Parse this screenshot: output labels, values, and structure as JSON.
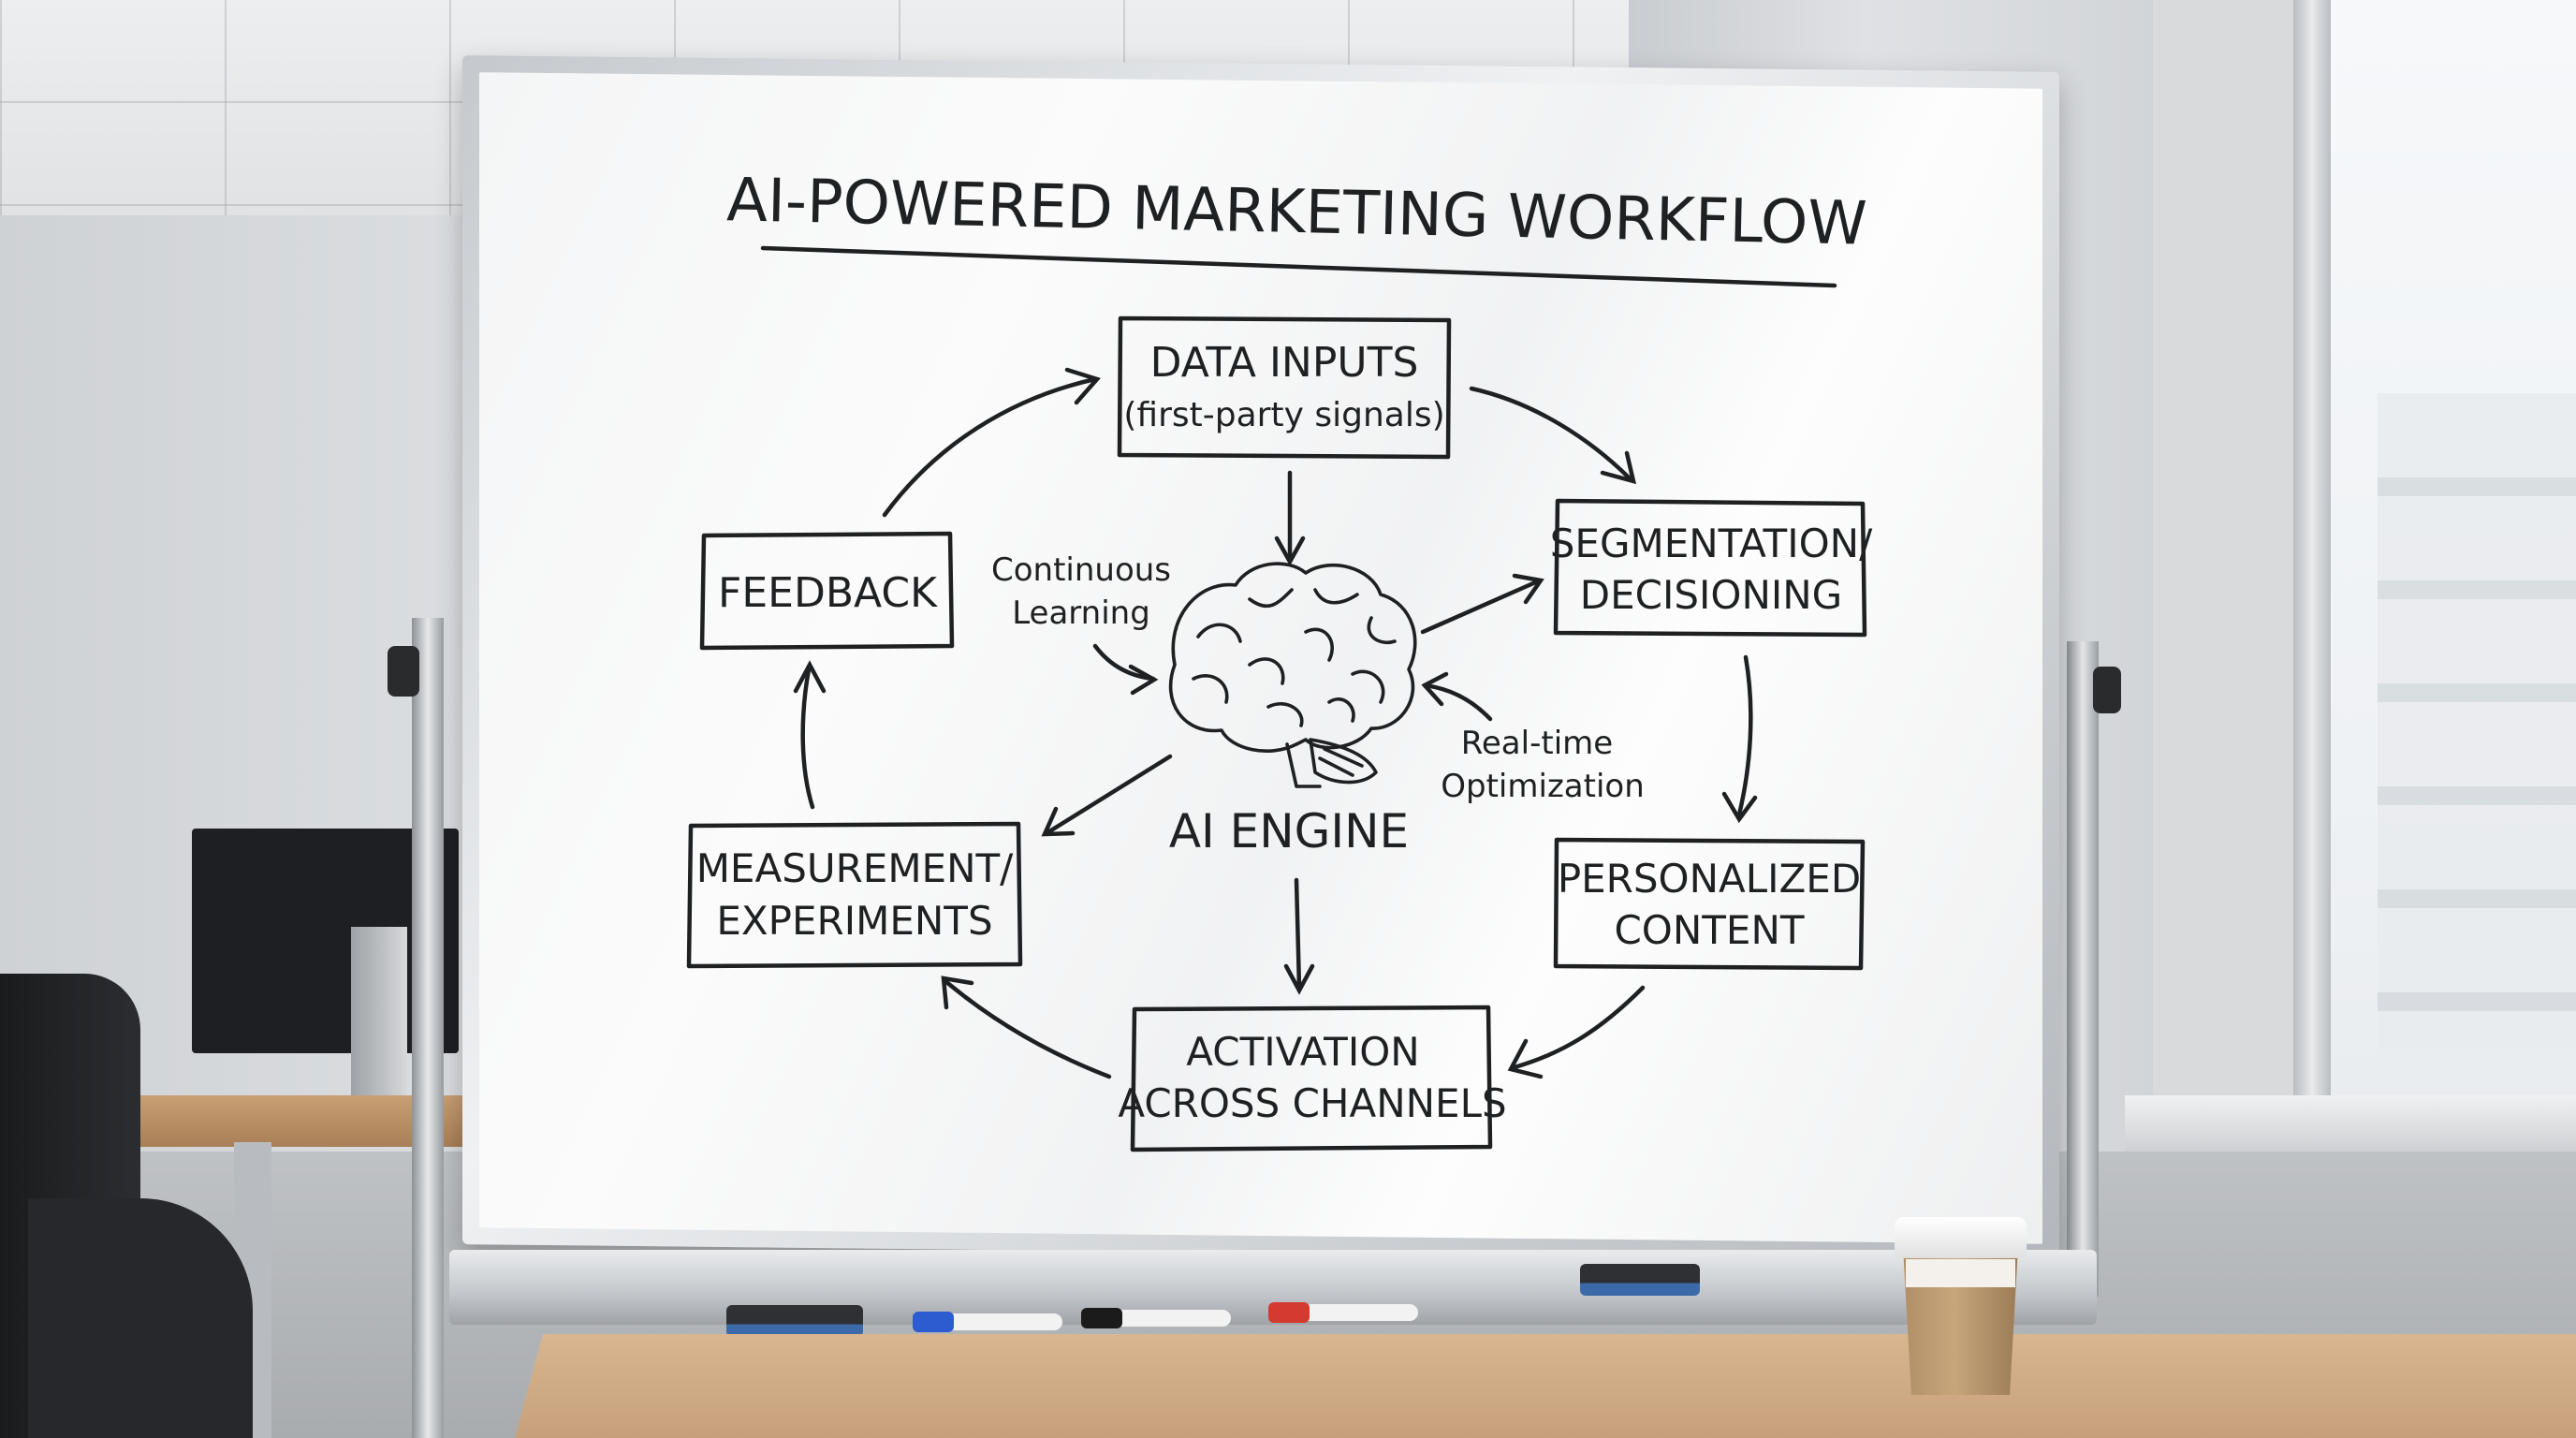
{
  "board": {
    "title": "AI-POWERED MARKETING WORKFLOW",
    "center": {
      "label": "AI ENGINE",
      "icon": "brain-icon"
    },
    "nodes": {
      "data_inputs": {
        "line1": "DATA INPUTS",
        "line2": "(first-party signals)"
      },
      "segmentation": {
        "line1": "SEGMENTATION/",
        "line2": "DECISIONING"
      },
      "personalized": {
        "line1": "PERSONALIZED",
        "line2": "CONTENT"
      },
      "activation": {
        "line1": "ACTIVATION",
        "line2": "ACROSS CHANNELS"
      },
      "measurement": {
        "line1": "MEASUREMENT/",
        "line2": "EXPERIMENTS"
      },
      "feedback": {
        "line1": "FEEDBACK"
      }
    },
    "annotations": {
      "continuous": {
        "line1": "Continuous",
        "line2": "Learning"
      },
      "realtime": {
        "line1": "Real-time",
        "line2": "Optimization"
      }
    },
    "ink_color": "#1f2022"
  },
  "objects": {
    "marker_colors": [
      "#2d5bd0",
      "#1b1b1b",
      "#d43a2e",
      "#2f8a3a"
    ],
    "cup_color": "#b99a70"
  }
}
